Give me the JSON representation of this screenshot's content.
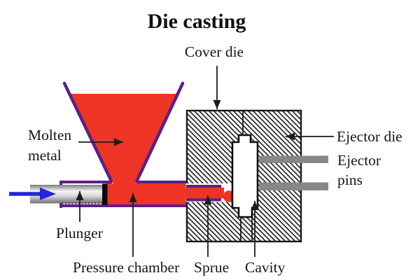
{
  "diagram": {
    "title": "Die casting",
    "labels": {
      "cover_die": "Cover die",
      "molten_metal": [
        "Molten",
        "metal"
      ],
      "ejector_die": "Ejector die",
      "ejector_pins": [
        "Ejector",
        "pins"
      ],
      "plunger": "Plunger",
      "pressure_chamber": "Pressure chamber",
      "sprue": "Sprue",
      "cavity": "Cavity"
    },
    "colors": {
      "molten_metal_red": "#ee3424",
      "outline_purple": "#5c1f86",
      "injection_arrow_blue": "#2424dc",
      "ejector_pin_gray": "#878787",
      "text_black": "#161616"
    }
  }
}
